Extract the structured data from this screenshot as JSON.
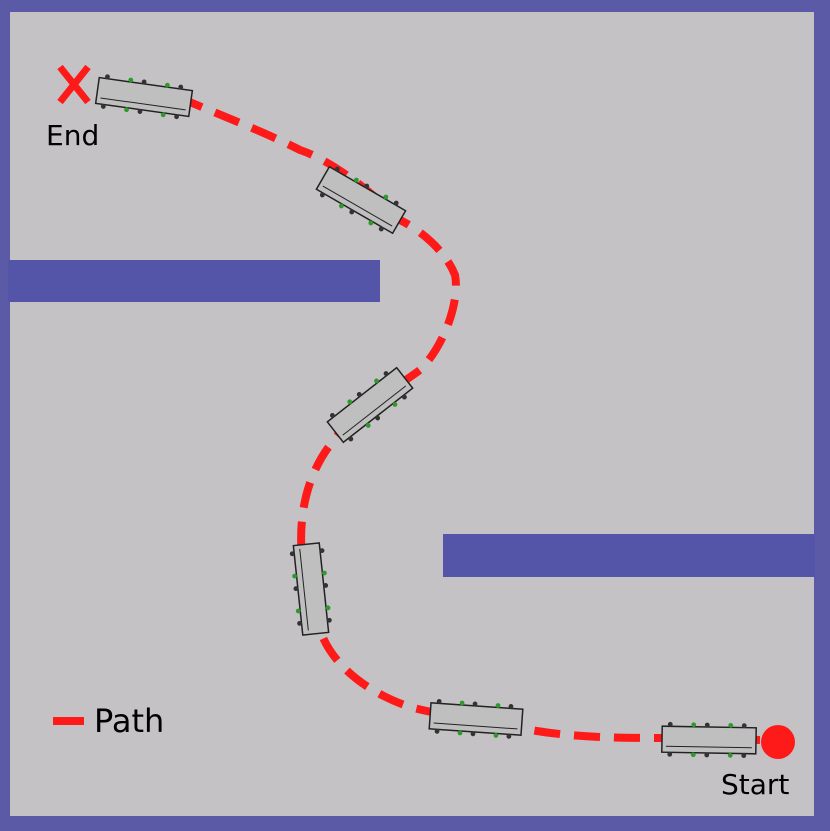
{
  "labels": {
    "end": "End",
    "start": "Start",
    "legend_path": "Path"
  },
  "colors": {
    "background": "#c4c2c4",
    "wall": "#5a5aa6",
    "obstacle": "#5454a8",
    "path": "#ff1a1a",
    "marker": "#ff1a1a",
    "robot_body": "#bfbfbf",
    "robot_outline": "#222222",
    "robot_detail": "#2e9a2e"
  },
  "robots": [
    {
      "id": "robot-1"
    },
    {
      "id": "robot-2"
    },
    {
      "id": "robot-3"
    },
    {
      "id": "robot-4"
    },
    {
      "id": "robot-5"
    },
    {
      "id": "robot-6"
    }
  ]
}
